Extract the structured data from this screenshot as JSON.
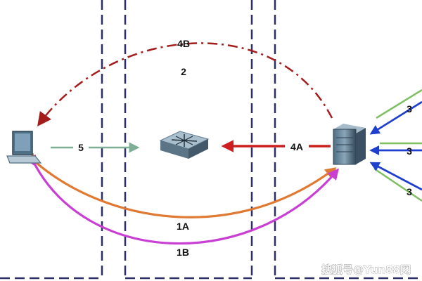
{
  "colors": {
    "zone_border": "#2b2f66",
    "dark_red": "#a31d1d",
    "red": "#cc1f1f",
    "green": "#7fae96",
    "orange": "#e07a32",
    "magenta": "#c93fd4",
    "blue": "#1f3fcf",
    "light_green": "#7fbf62"
  },
  "icons": {
    "laptop": "laptop-icon",
    "switch": "network-switch-icon",
    "server": "server-tower-icon"
  },
  "labels": {
    "arrow_4b": "4B",
    "zone_2": "2",
    "arrow_5": "5",
    "arrow_4a": "4A",
    "arrow_1a": "1A",
    "arrow_1b": "1B",
    "arrow_3_top": "3",
    "arrow_3_mid": "3",
    "arrow_3_bottom": "3"
  },
  "watermark": "搜狐号@Yun88网"
}
